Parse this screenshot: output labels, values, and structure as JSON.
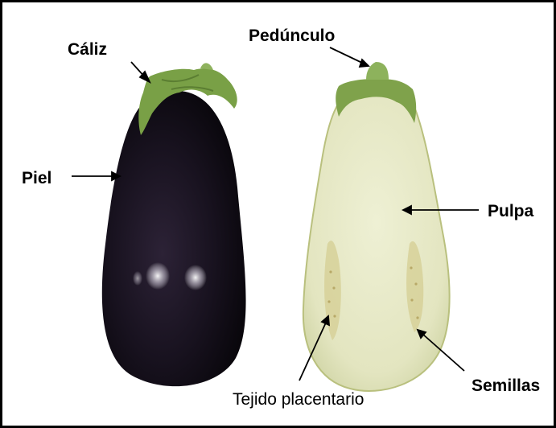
{
  "labels": {
    "caliz": "Cáliz",
    "pedunculo": "Pedúnculo",
    "piel": "Piel",
    "pulpa": "Pulpa",
    "semillas": "Semillas",
    "tejido_placentario": "Tejido placentario"
  },
  "colors": {
    "frame": "#000000",
    "skin": "#15101c",
    "calyx": "#7aa04a",
    "pulp": "#e6e7c6",
    "placenta": "#d8d098"
  }
}
